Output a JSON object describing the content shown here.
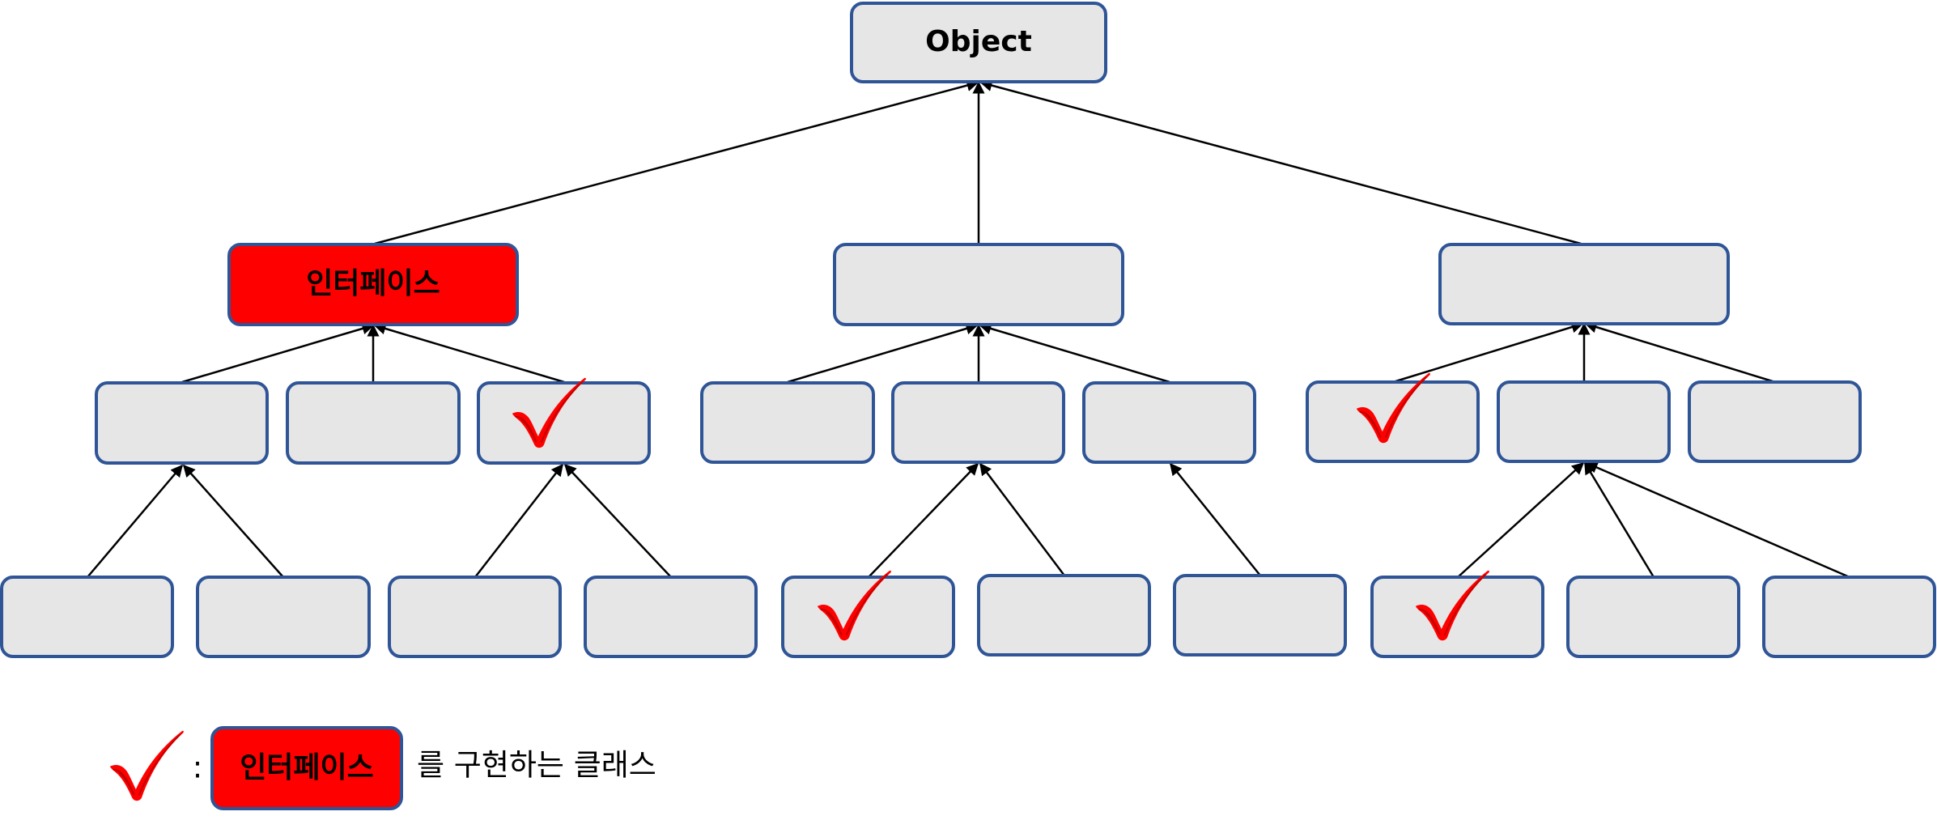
{
  "diagram": {
    "root_label": "Object",
    "interface_label": "인터페이스"
  },
  "legend": {
    "separator": ":",
    "box_label": "인터페이스",
    "description": "를 구현하는 클래스"
  },
  "colors": {
    "node_fill": "#e6e6e6",
    "node_border": "#2f5597",
    "interface_fill": "#ff0000",
    "check_mark": "#ff0000",
    "edge": "#000000"
  },
  "icons": [
    "check-mark-icon"
  ]
}
